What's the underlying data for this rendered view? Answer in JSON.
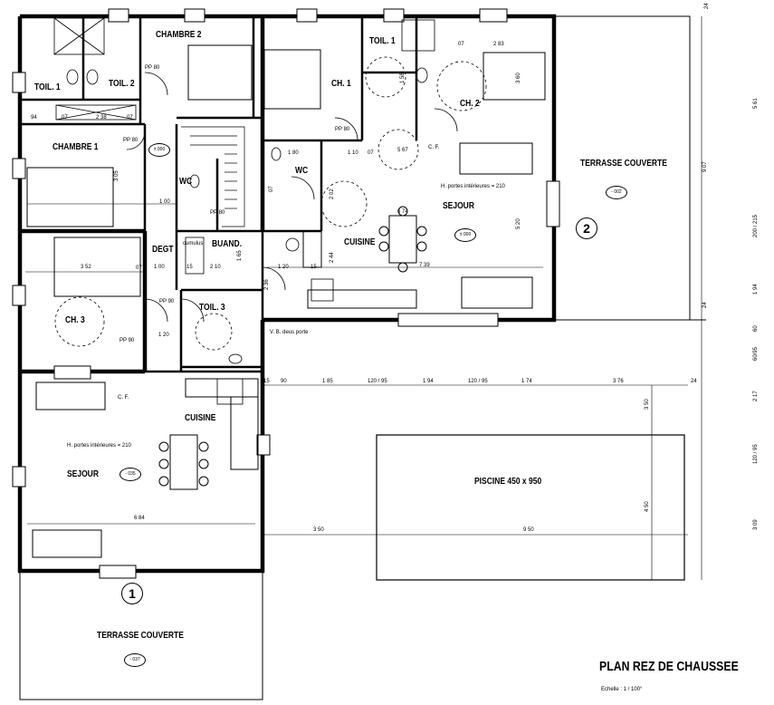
{
  "title": "PLAN REZ DE CHAUSSEE",
  "scale": "Echelle : 1 / 100°",
  "rooms": {
    "toil1_left": "TOIL. 1",
    "toil2_left": "TOIL. 2",
    "chambre2": "CHAMBRE 2",
    "chambre1": "CHAMBRE 1",
    "wc_left": "WC",
    "degt": "DEGT",
    "buand": "BUAND.",
    "ch3": "CH. 3",
    "toil3": "TOIL. 3",
    "cuisine_left": "CUISINE",
    "sejour_left": "SEJOUR",
    "ch1_right": "CH. 1",
    "toil1_right": "TOIL. 1",
    "ch2_right": "CH. 2",
    "wc_right": "WC",
    "sejour_right": "SEJOUR",
    "cuisine_right": "CUISINE",
    "terrasse_right": "TERRASSE COUVERTE",
    "terrasse_bottom": "TERRASSE COUVERTE",
    "piscine": "PISCINE 450 x 950"
  },
  "badges": {
    "b000_a": "± 000",
    "b000_b": "± 000",
    "b002": "- 002",
    "b035": "- 035",
    "b037": "- 037"
  },
  "markers": {
    "one": "1",
    "two": "2"
  },
  "notes": {
    "hauteur_right": "H. portes intérieures = 210",
    "hauteur_left": "H. portes intérieures = 210",
    "vb": "V. B. deus porte",
    "cf_right": "C. F.",
    "cf_left": "C. F.",
    "ballon": "cumulus"
  },
  "dims": {
    "d1": "07",
    "d2": "2 38",
    "d3": "07",
    "d4": "94",
    "d5": "PP 80",
    "d6": "3 05",
    "d7": "1 00",
    "d8": "07",
    "d9": "3 52",
    "d10": "07",
    "d11": "1 00",
    "d12": "15",
    "d13": "2 10",
    "d14": "1 20",
    "d15": "15",
    "d16": "PP 90",
    "d17": "1 20",
    "d18": "PP 90",
    "d19": "2 36",
    "d20": "6 84",
    "d21": "3 50",
    "d22": "9 50",
    "d23": "15",
    "d24": "90",
    "d25": "1 85",
    "d26": "120 / 95",
    "d27": "1 94",
    "d28": "120 / 95",
    "d29": "1 74",
    "d30": "3 76",
    "d31": "24",
    "d32": "7 39",
    "d33": "6 74",
    "d34": "5 20",
    "d35": "5 67",
    "d36": "2 83",
    "d37": "3 60",
    "d38": "1 58",
    "d39": "PP 80",
    "d40": "PP 80",
    "d41": "07",
    "d42": "07",
    "d43": "2 02",
    "d44": "07",
    "d45": "1 80",
    "d46": "PP 80",
    "d47": "1 10",
    "d48": "2 44",
    "d49": "1 65",
    "r1": "24",
    "r2": "5 61",
    "r3": "9 07",
    "r4": "200 / 215",
    "r5": "1 94",
    "r6": "24",
    "r7": "60",
    "r8": "60/95",
    "r9": "2 17",
    "r10": "120 / 95",
    "r11": "3 09",
    "r12": "3 50",
    "r13": "4 50"
  }
}
